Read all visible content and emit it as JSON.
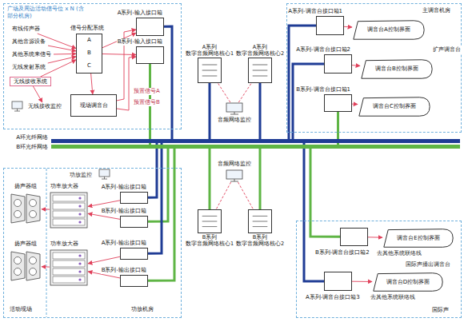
{
  "diagram": {
    "nodes": [
      {
        "text": [
          "广场及周边活动信号位 x N (含部分机房)"
        ]
      },
      {
        "text": [
          "有线传声器"
        ],
        "in": 0
      },
      {
        "text": [
          "其他音源设备"
        ],
        "in": 0
      },
      {
        "text": [
          "其他系统来信号"
        ],
        "in": 0
      },
      {
        "text": [
          "无线发射系统"
        ],
        "in": 0
      },
      {
        "text": [
          "无线接收系统"
        ],
        "in": 0
      },
      {
        "text": [
          "无线接收监控"
        ],
        "in": 0
      },
      {
        "text": [
          "信号分配系统",
          "A",
          "B",
          "C"
        ],
        "in": 0
      },
      {
        "text": [
          "现场调音台"
        ],
        "in": 0
      },
      {
        "text": [
          "A系列-输入接口箱"
        ],
        "in": 0
      },
      {
        "text": [
          "B系列-输入接口箱"
        ],
        "in": 0
      },
      {
        "text": [
          "A系列 数字音频网络核心1"
        ]
      },
      {
        "text": [
          "A系列 数字音频网络核心2"
        ]
      },
      {
        "text": [
          "音频网络监控"
        ]
      },
      {
        "text": [
          "主调音机房"
        ]
      },
      {
        "text": [
          "A系列-调音台接口箱1"
        ],
        "in": 14
      },
      {
        "text": [
          "调音台A控制界面"
        ],
        "in": 14
      },
      {
        "text": [
          "A系列-调音台接口箱2"
        ],
        "in": 14
      },
      {
        "text": [
          "调音台B控制界面"
        ],
        "in": 14
      },
      {
        "text": [
          "B系列-调音台接口箱1"
        ],
        "in": 14
      },
      {
        "text": [
          "调音台C控制界面"
        ],
        "in": 14
      },
      {
        "text": [
          "A环光纤网络"
        ]
      },
      {
        "text": [
          "B环光纤网络"
        ]
      },
      {
        "text": [
          "活动现场",
          "功放机房"
        ]
      },
      {
        "text": [
          "扬声器组"
        ],
        "in": 23
      },
      {
        "text": [
          "功率放大器"
        ],
        "in": 23
      },
      {
        "text": [
          "A系列-输出接口箱"
        ],
        "in": 23
      },
      {
        "text": [
          "B系列-输出接口箱"
        ],
        "in": 23
      },
      {
        "text": [
          "扬声器组"
        ],
        "in": 23
      },
      {
        "text": [
          "功率放大器"
        ],
        "in": 23
      },
      {
        "text": [
          "A系列-输出接口箱"
        ],
        "in": 23
      },
      {
        "text": [
          "B系列-输出接口箱"
        ],
        "in": 23
      },
      {
        "text": [
          "音频网络监控"
        ]
      },
      {
        "text": [
          "B系列 数字音频网络核心1"
        ]
      },
      {
        "text": [
          "B系列 数字音频网络核心2"
        ]
      },
      {
        "text": [
          "国际声"
        ]
      },
      {
        "text": [
          "B系列-调音台接口箱2"
        ],
        "in": 35
      },
      {
        "text": [
          "调音台E控制界面"
        ],
        "in": 35
      },
      {
        "text": [
          "调音台D控制界面"
        ],
        "in": 35
      },
      {
        "text": [
          "A系列-调音台接口箱3"
        ],
        "in": 35
      }
    ],
    "edges": [
      {
        "from": 1,
        "to": 7,
        "arrow": "to"
      },
      {
        "from": 2,
        "to": 7,
        "arrow": "to"
      },
      {
        "from": 3,
        "to": 7,
        "arrow": "to"
      },
      {
        "from": 4,
        "to": 7,
        "arrow": "to"
      },
      {
        "from": 5,
        "to": 7,
        "arrow": "to"
      },
      {
        "from": 5,
        "to": 6,
        "arrow": "to"
      },
      {
        "from": 7,
        "to": 9,
        "arrow": "to"
      },
      {
        "from": 7,
        "to": 10,
        "arrow": "to"
      },
      {
        "from": 7,
        "to": 8,
        "arrow": "to"
      },
      {
        "from": 8,
        "to": 9,
        "arrow": "to",
        "label": "预置信号A"
      },
      {
        "from": 8,
        "to": 10,
        "arrow": "to",
        "label": "预置信号B"
      },
      {
        "from": 9,
        "to": 21,
        "arrow": "none"
      },
      {
        "from": 10,
        "to": 22,
        "arrow": "none"
      },
      {
        "from": 13,
        "to": 11,
        "arrow": "none"
      },
      {
        "from": 13,
        "to": 12,
        "arrow": "none"
      },
      {
        "from": 11,
        "to": 21,
        "arrow": "none"
      },
      {
        "from": 12,
        "to": 21,
        "arrow": "none"
      },
      {
        "from": 15,
        "to": 16,
        "arrow": "to"
      },
      {
        "from": 17,
        "to": 18,
        "arrow": "to"
      },
      {
        "from": 19,
        "to": 20,
        "arrow": "to"
      },
      {
        "from": 15,
        "to": 21,
        "arrow": "none"
      },
      {
        "from": 17,
        "to": 21,
        "arrow": "none"
      },
      {
        "from": 19,
        "to": 22,
        "arrow": "none"
      },
      {
        "from": 26,
        "to": 25,
        "arrow": "to"
      },
      {
        "from": 27,
        "to": 25,
        "arrow": "to"
      },
      {
        "from": 30,
        "to": 29,
        "arrow": "to"
      },
      {
        "from": 31,
        "to": 29,
        "arrow": "to"
      },
      {
        "from": 25,
        "to": 24,
        "arrow": "to"
      },
      {
        "from": 29,
        "to": 28,
        "arrow": "to"
      },
      {
        "from": 26,
        "to": 21,
        "arrow": "none"
      },
      {
        "from": 27,
        "to": 22,
        "arrow": "none"
      },
      {
        "from": 30,
        "to": 21,
        "arrow": "none"
      },
      {
        "from": 31,
        "to": 22,
        "arrow": "none"
      },
      {
        "from": 32,
        "to": 33,
        "arrow": "none"
      },
      {
        "from": 32,
        "to": 34,
        "arrow": "none"
      },
      {
        "from": 33,
        "to": 22,
        "arrow": "none"
      },
      {
        "from": 34,
        "to": 22,
        "arrow": "none"
      },
      {
        "from": 36,
        "to": 37,
        "arrow": "to"
      },
      {
        "from": 39,
        "to": 38,
        "arrow": "to"
      },
      {
        "from": 36,
        "to": 22,
        "arrow": "none"
      },
      {
        "from": 39,
        "to": 21,
        "arrow": "none"
      }
    ],
    "labels": [
      "功放监控",
      "扩声调音台",
      "国际声播出调音台",
      "去其他系统联络线",
      "去其他系统联络线"
    ]
  }
}
